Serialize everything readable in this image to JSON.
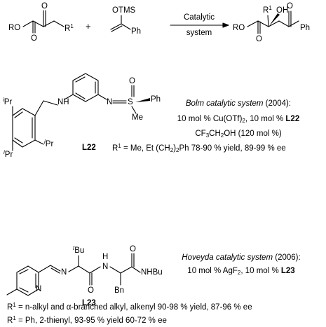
{
  "reaction": {
    "plus": "+",
    "arrow_top": "Catalytic",
    "arrow_bottom": "system",
    "atoms": {
      "ro": "RO",
      "o": "O",
      "r": "R",
      "one": "1",
      "otms": "OTMS",
      "ph": "Ph",
      "oh": "OH"
    }
  },
  "ligand_l22": {
    "label": "L22",
    "atoms": {
      "nh": "NH",
      "n": "N",
      "s": "S",
      "o": "O",
      "ph": "Ph",
      "me": "Me",
      "ipr_sup": "i",
      "ipr": "Pr"
    }
  },
  "bolm": {
    "title_italic": "Bolm catalytic system",
    "title_year": " (2004):",
    "line1_a": "10 mol % Cu(OTf)",
    "line1_sub": "2",
    "line1_b": ", 10 mol % ",
    "line1_ligand": "L22",
    "line2_a": "CF",
    "line2_sub1": "3",
    "line2_b": "CH",
    "line2_sub2": "2",
    "line2_c": "OH (120 mol %)",
    "line3_a": "R",
    "line3_sup": "1",
    "line3_b": " = Me, Et (CH",
    "line3_sub": "2",
    "line3_c": ")",
    "line3_sub2": "2",
    "line3_d": "Ph 78-90 % yield, 89-99 % ee"
  },
  "ligand_l23": {
    "label": "L23",
    "atoms": {
      "tbu_sup": "t",
      "tbu": "Bu",
      "n": "N",
      "o": "O",
      "h": "H",
      "nhbu": "NHBu",
      "bn": "Bn"
    }
  },
  "hoveyda": {
    "title_italic": "Hoveyda catalytic system",
    "title_year": " (2006):",
    "line1_a": "10 mol % AgF",
    "line1_sub": "2",
    "line1_b": ", 10 mol % ",
    "line1_ligand": "L23"
  },
  "results": {
    "r1_label": "R",
    "r1_sup": "1",
    "line1_a": " = n-alkyl and ",
    "line1_alpha": "α",
    "line1_b": "-branched alkyl, alkenyl 90-98 % yield, 87-96 % ee",
    "line2": " =  Ph, 2-thienyl, 93-95 % yield 60-72 % ee"
  }
}
